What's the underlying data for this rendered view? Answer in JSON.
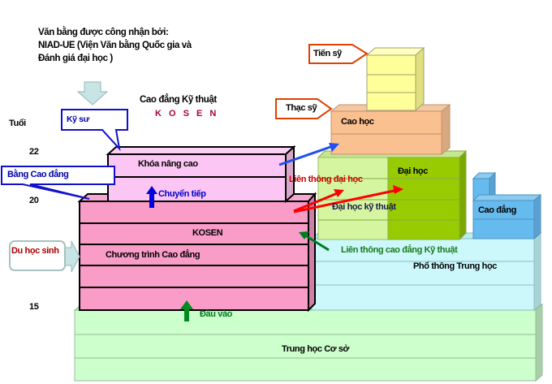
{
  "header": {
    "line1": "Văn bằng được công nhận bởi:",
    "line2": "NIAD-UE (Viện Văn bằng Quốc gia và",
    "line3": "Đánh giá đại học )"
  },
  "kosen_title": {
    "line1": "Cao đẳng Kỹ thuật",
    "line2": "K O S E N"
  },
  "age_axis": {
    "label": "Tuổi",
    "ticks": [
      "22",
      "20",
      "15"
    ]
  },
  "callouts": {
    "engineer": "Kỹ sư",
    "associate_degree": "Bằng Cao đẳng",
    "international_student": "Du học sinh",
    "doctorate": "Tiến sỹ",
    "master": "Thạc sỹ"
  },
  "blocks": {
    "advanced_course": "Khóa nâng cao",
    "transfer": "Chuyển tiếp",
    "kosen": "KOSEN",
    "college_program": "Chương trình Cao đẳng",
    "entrance": "Đầu vào",
    "graduate_school": "Cao học",
    "university": "Đại học",
    "technical_university": "Đại học kỹ thuật",
    "junior_college": "Cao đẳng",
    "upper_secondary": "Phổ thông Trung học",
    "lower_secondary": "Trung học Cơ sở",
    "university_articulation": "Liên thông đại học",
    "technical_college_articulation": "Liên thông cao đẳng Kỹ thuật"
  },
  "colors": {
    "kosen_pink": "#f99cc8",
    "advanced_pink": "#fcc6f4",
    "doctorate_yellow": "#ffff99",
    "master_orange": "#fac090",
    "univ_lightgreen": "#d6f5a0",
    "univ_green": "#99cc00",
    "junior_blue": "#66bbee",
    "highschool_cyan": "#ccf8fc",
    "middle_green": "#ccffcc",
    "callout_blue": "#0000cc",
    "callout_red": "#e04000",
    "arrow_red": "#ff0000",
    "arrow_green": "#007700",
    "arrow_blue": "#0000ee",
    "kosen_title_color": "#aa0044"
  }
}
